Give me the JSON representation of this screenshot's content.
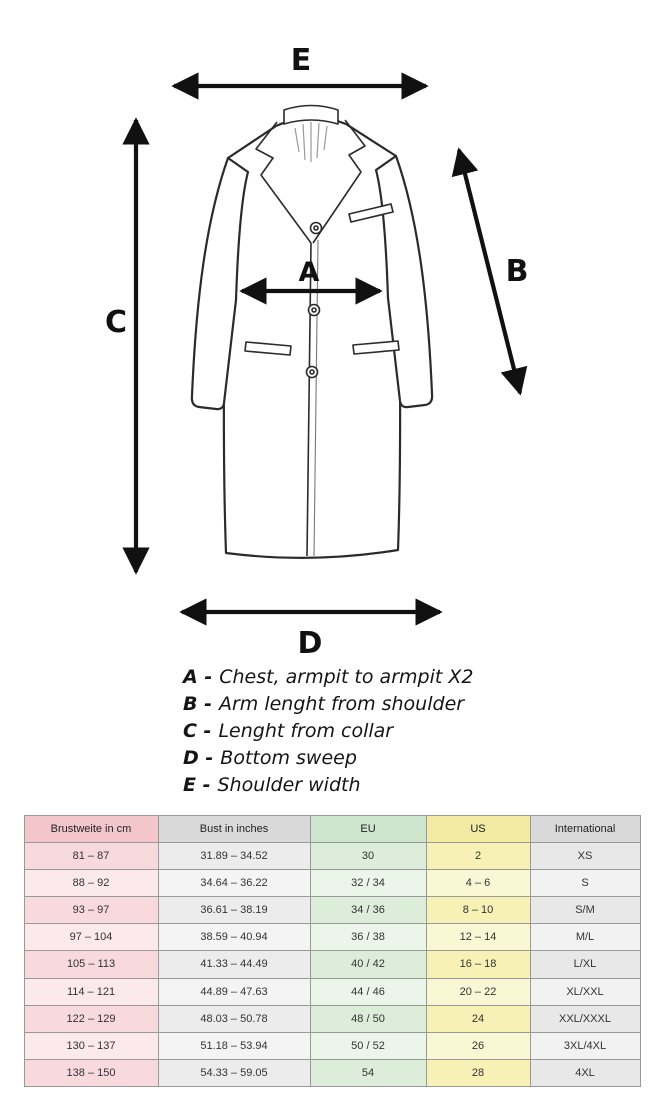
{
  "diagram": {
    "labels": {
      "A": "A",
      "B": "B",
      "C": "C",
      "D": "D",
      "E": "E"
    }
  },
  "legend": {
    "items": [
      {
        "letter": "A -",
        "text": "Chest, armpit to armpit X2"
      },
      {
        "letter": "B -",
        "text": "Arm lenght from shoulder"
      },
      {
        "letter": "C -",
        "text": "Lenght from collar"
      },
      {
        "letter": "D -",
        "text": "Bottom sweep"
      },
      {
        "letter": "E -",
        "text": "Shoulder width"
      }
    ]
  },
  "table": {
    "headers": [
      "Brustweite in cm",
      "Bust in inches",
      "EU",
      "US",
      "International"
    ],
    "rows": [
      [
        "81 – 87",
        "31.89 – 34.52",
        "30",
        "2",
        "XS"
      ],
      [
        "88 – 92",
        "34.64 – 36.22",
        "32 / 34",
        "4 – 6",
        "S"
      ],
      [
        "93 – 97",
        "36.61 – 38.19",
        "34 / 36",
        "8 – 10",
        "S/M"
      ],
      [
        "97 – 104",
        "38.59 – 40.94",
        "36 / 38",
        "12 – 14",
        "M/L"
      ],
      [
        "105 – 113",
        "41.33 – 44.49",
        "40 / 42",
        "16 – 18",
        "L/XL"
      ],
      [
        "114 – 121",
        "44.89 – 47.63",
        "44 / 46",
        "20 – 22",
        "XL/XXL"
      ],
      [
        "122 – 129",
        "48.03 – 50.78",
        "48 / 50",
        "24",
        "XXL/XXXL"
      ],
      [
        "130 – 137",
        "51.18 – 53.94",
        "50 / 52",
        "26",
        "3XL/4XL"
      ],
      [
        "138 – 150",
        "54.33 – 59.05",
        "54",
        "28",
        "4XL"
      ]
    ],
    "column_colors": {
      "cm": "#f8d9dd",
      "in": "#ececec",
      "eu": "#dcedda",
      "us": "#f7f1b5",
      "intl": "#e8e8e8"
    },
    "header_colors": {
      "cm": "#f3c6cc",
      "in": "#d9d9d9",
      "eu": "#cde5cc",
      "us": "#f2e9a2",
      "intl": "#d9d9d9"
    }
  }
}
